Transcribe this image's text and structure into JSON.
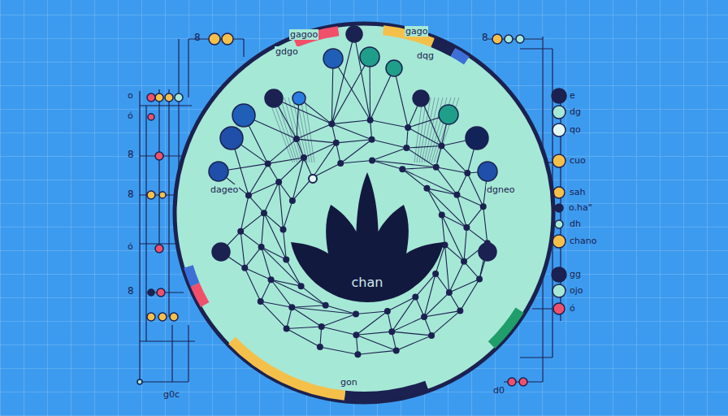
{
  "diagram": {
    "nodes": [
      {
        "text": [
          "chan"
        ]
      }
    ],
    "labels": [
      "gagoo",
      "gago",
      "gdgo",
      "dqg",
      "dageo",
      "dgneo",
      "gon",
      "8",
      "8",
      "e",
      "dg",
      "qo",
      "cuo",
      "sah",
      "o.ha\"",
      "dh",
      "chano",
      "gg",
      "ojo",
      "ó",
      "o",
      "ó",
      "8",
      "8",
      "ó",
      "8",
      "g0c",
      "d0"
    ]
  }
}
